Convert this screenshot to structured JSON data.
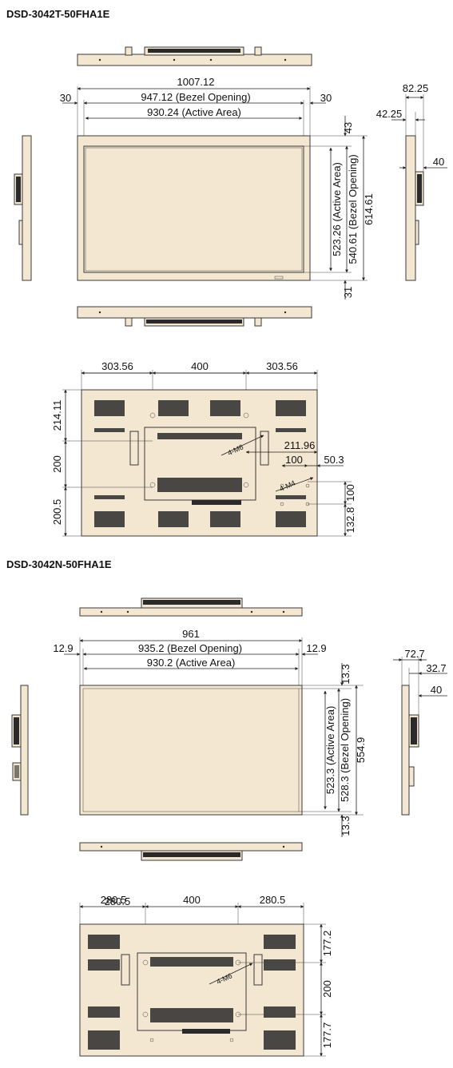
{
  "colors": {
    "panel": "#f3e7d2",
    "outline": "#3a3a3a",
    "vent": "#2a2a2a"
  },
  "model_1": {
    "title": "DSD-3042T-50FHA1E",
    "front": {
      "total_width": "1007.12",
      "side_left": "30",
      "bezel_opening": "947.12 (Bezel Opening)",
      "side_right": "30",
      "active_area": "930.24 (Active Area)",
      "top_margin": "43",
      "bottom_margin": "31",
      "active_height": "523.26 (Active Area)",
      "bezel_height": "540.61 (Bezel Opening)",
      "total_height": "614.61"
    },
    "side": {
      "depth": "82.25",
      "depth_front": "42.25",
      "offset": "40"
    },
    "rear": {
      "top_left": "303.56",
      "top_mid": "400",
      "top_right": "303.56",
      "left_top": "214.11",
      "left_mid": "200",
      "left_bot": "200.5",
      "vesa_label": "4-M6",
      "inner_width": "211.96",
      "aux_w": "100",
      "aux_off": "50.3",
      "aux_label": "4-M4",
      "aux_h": "100",
      "aux_bot": "132.8"
    }
  },
  "model_2": {
    "title": "DSD-3042N-50FHA1E",
    "front": {
      "total_width": "961",
      "side_left": "12.9",
      "bezel_opening": "935.2 (Bezel Opening)",
      "side_right": "12.9",
      "active_area": "930.2 (Active Area)",
      "top_margin": "13.3",
      "bottom_margin": "13.3",
      "active_height": "523.3 (Active Area)",
      "bezel_height": "528.3 (Bezel Opening)",
      "total_height": "554.9"
    },
    "side": {
      "depth": "72.7",
      "depth_front": "32.7",
      "offset": "40"
    },
    "rear": {
      "top_left": "280.5",
      "top_left_overlap": "280.5",
      "top_mid": "400",
      "top_right": "280.5",
      "right_top": "177.2",
      "right_mid": "200",
      "right_bot": "177.7",
      "vesa_label": "4-M6"
    }
  }
}
